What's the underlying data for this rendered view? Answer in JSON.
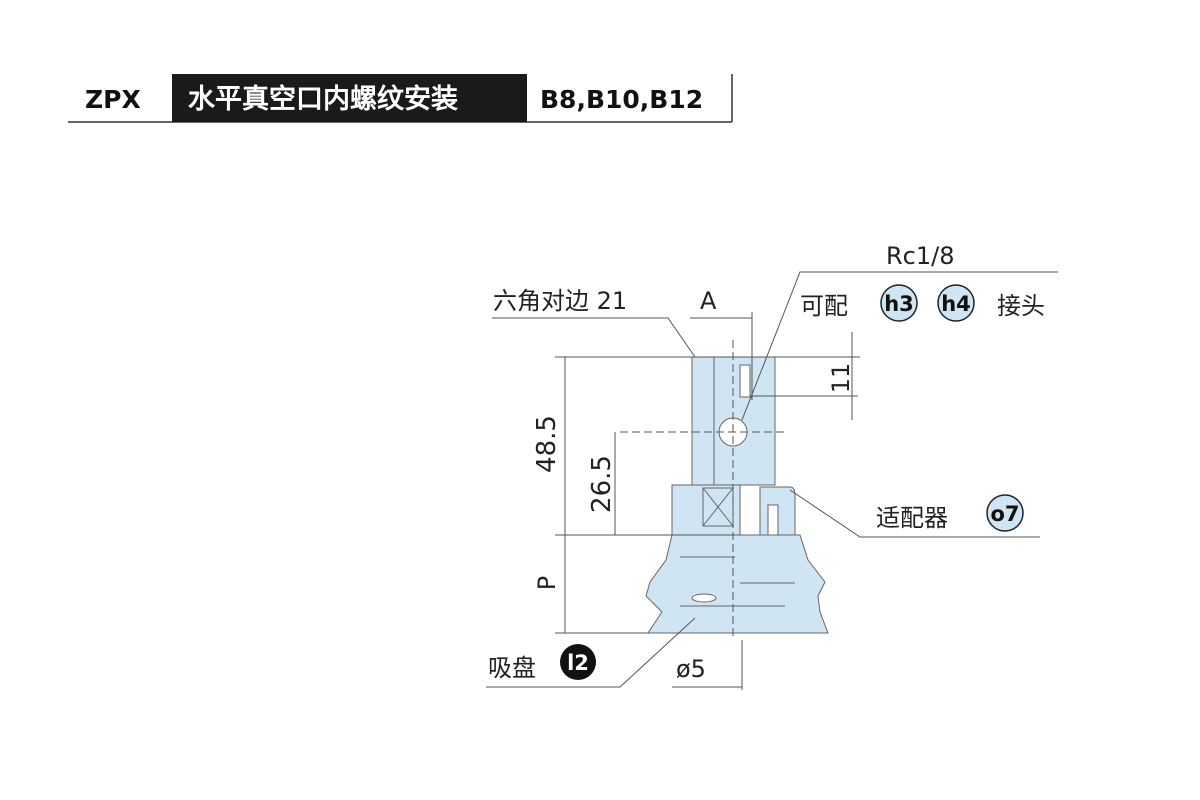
{
  "header": {
    "model": "ZPX",
    "title": "水平真空口内螺纹安装",
    "sizes": "B8,B10,B12"
  },
  "diagram": {
    "hex_label": "六角对边 21",
    "dim_a": "A",
    "port_label": "Rc1/8",
    "fitting_prefix": "可配",
    "fitting_badges": [
      "h3",
      "h4"
    ],
    "fitting_suffix": "接头",
    "dim_11": "11",
    "dim_48_5": "48.5",
    "dim_26_5": "26.5",
    "dim_p": "P",
    "adapter_label": "适配器",
    "adapter_badge": "o7",
    "pad_label": "吸盘",
    "pad_badge": "l2",
    "dim_dia": "ø5",
    "colors": {
      "part_fill": "#cfe5f3",
      "badge_fill": "#cfe5f3",
      "line": "#555555"
    }
  }
}
